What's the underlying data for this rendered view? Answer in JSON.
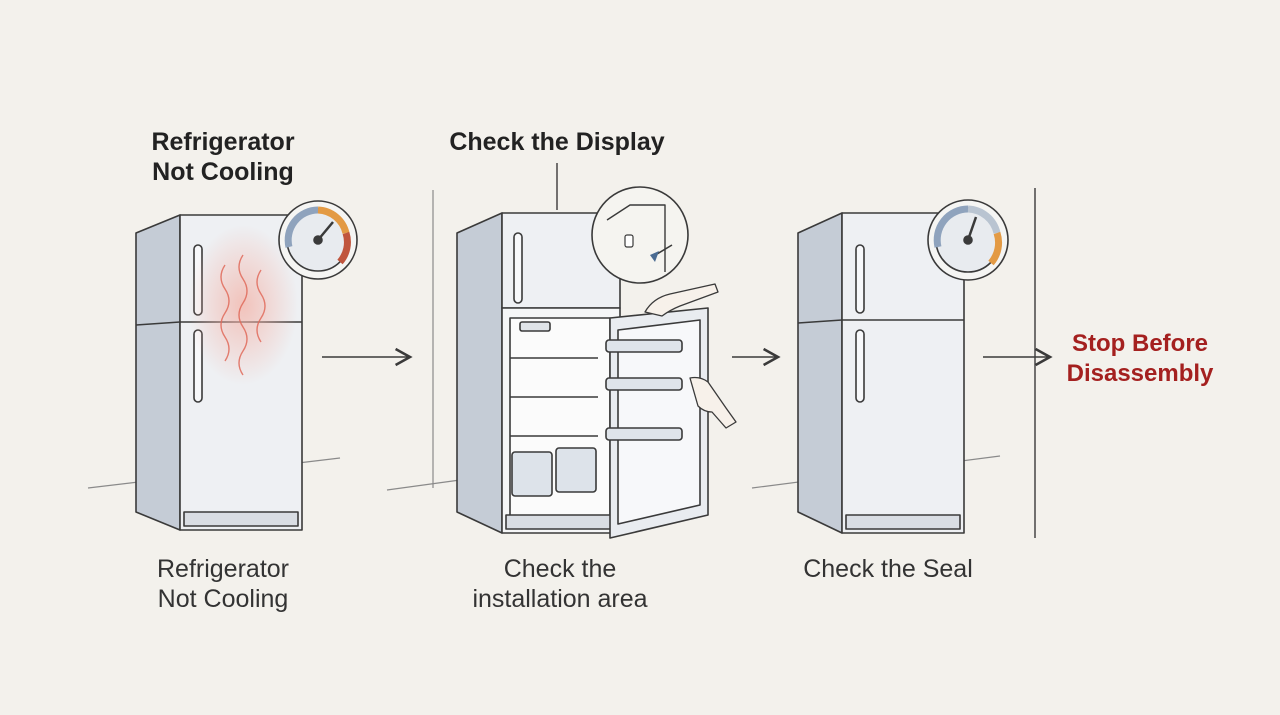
{
  "steps": [
    {
      "title_lines": [
        "Refrigerator",
        "Not Cooling"
      ],
      "caption_lines": [
        "Refrigerator",
        "Not Cooling"
      ]
    },
    {
      "title_lines": [
        "Check the Display"
      ],
      "caption_lines": [
        "Check the",
        "installation area"
      ]
    },
    {
      "title_lines": [],
      "caption_lines": [
        "Check the Seal"
      ]
    }
  ],
  "final": {
    "lines": [
      "Stop Before",
      "Disassembly"
    ]
  },
  "colors": {
    "background": "#f3f1ec",
    "line": "#3a3a3a",
    "fridge_body": "#eef0f3",
    "fridge_side": "#c5ccd6",
    "heat_red": "#e06a5a",
    "gauge_hot": "#c0553d",
    "gauge_warm": "#e39a44",
    "warning_red": "#a4201f"
  },
  "icons": [
    "thermometer-gauge-icon",
    "heat-waves-icon",
    "magnifier-inset-icon",
    "hand-icon",
    "arrow-right-icon"
  ]
}
